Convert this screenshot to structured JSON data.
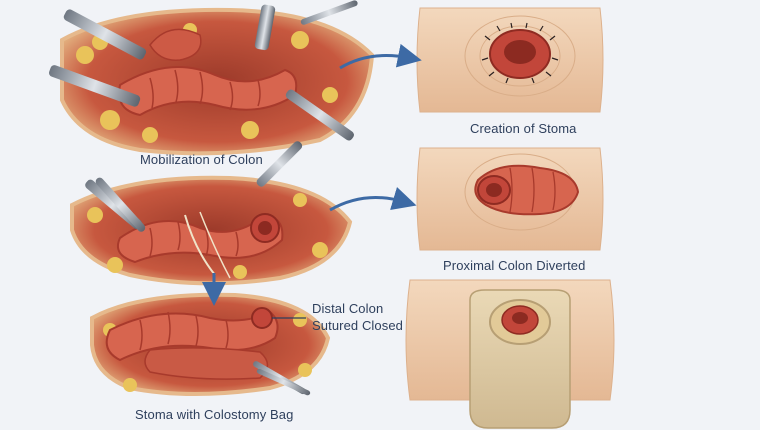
{
  "diagram": {
    "panels": [
      {
        "id": "mobilization",
        "label": "Mobilization of Colon"
      },
      {
        "id": "stoma-creation",
        "label": "Creation of Stoma"
      },
      {
        "id": "proximal-diverted",
        "label": "Proximal Colon Diverted"
      },
      {
        "id": "stoma-bag",
        "label": "Stoma with Colostomy Bag"
      }
    ],
    "callout": {
      "line1": "Distal Colon",
      "line2": "Sutured Closed"
    },
    "colors": {
      "background": "#f1f3f7",
      "arrow": "#3d6aa5",
      "tissue": "#d7654f",
      "tissue_dark": "#a83a2c",
      "fat": "#e9c35a",
      "skin": "#ecc9a8",
      "label": "#2e3f5c"
    }
  }
}
